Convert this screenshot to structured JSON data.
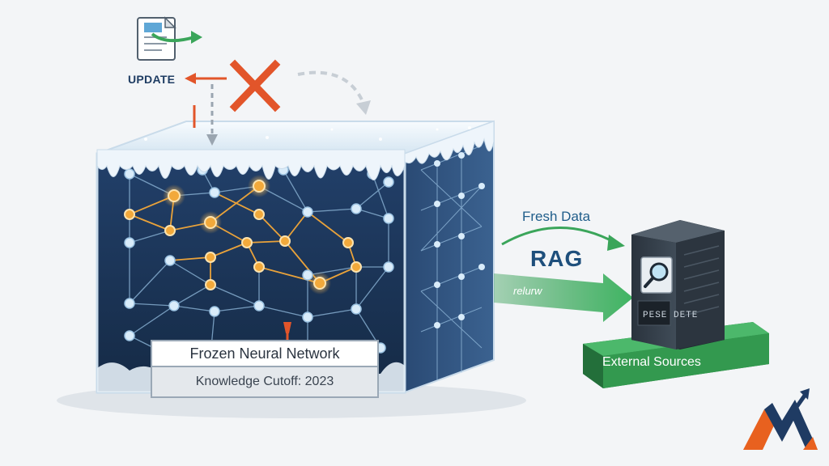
{
  "labels": {
    "update": "UPDATE",
    "fresh_data": "Fresh Data",
    "rag": "RAG",
    "return": "relurw",
    "server_screen": "PESE DETE",
    "external_sources": "External Sources",
    "frozen_title": "Frozen Neural Network",
    "knowledge_cutoff": "Knowledge Cutoff: 2023"
  },
  "colors": {
    "background": "#f3f5f7",
    "block_dark": "#1e3452",
    "ice": "#e8f1f8",
    "node_active": "#f2a93b",
    "node_idle": "#d9ecfa",
    "edge_active": "#e9a23a",
    "edge_idle": "#7fa6c8",
    "cross": "#e2552a",
    "green": "#3aa55a",
    "server": "#2f3a45",
    "logo_orange": "#e8611f",
    "logo_navy": "#1f3b63"
  },
  "icons": [
    "document-update-icon",
    "cross-icon",
    "magnifier-icon",
    "server-icon",
    "brand-logo"
  ]
}
